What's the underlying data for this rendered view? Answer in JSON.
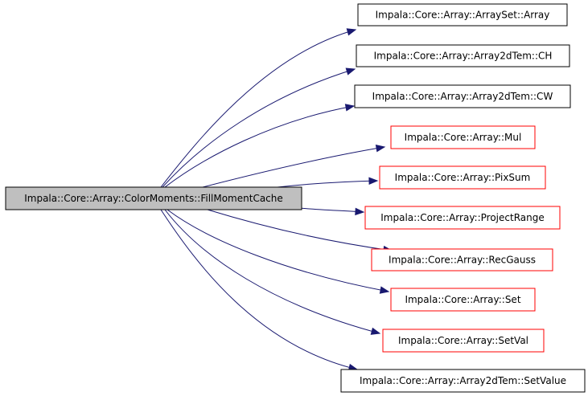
{
  "colors": {
    "background": "#ffffff",
    "edge": "#191970",
    "root_fill": "#bfbfbf",
    "root_border": "#000000",
    "documented_border": "#000000",
    "undocumented_border": "#ff0000"
  },
  "root": {
    "label": "Impala::Core::Array::ColorMoments::FillMomentCache"
  },
  "callees": [
    {
      "label": "Impala::Core::Array::ArraySet::Array",
      "link_style": "documented"
    },
    {
      "label": "Impala::Core::Array::Array2dTem::CH",
      "link_style": "documented"
    },
    {
      "label": "Impala::Core::Array::Array2dTem::CW",
      "link_style": "documented"
    },
    {
      "label": "Impala::Core::Array::Mul",
      "link_style": "undocumented"
    },
    {
      "label": "Impala::Core::Array::PixSum",
      "link_style": "undocumented"
    },
    {
      "label": "Impala::Core::Array::ProjectRange",
      "link_style": "undocumented"
    },
    {
      "label": "Impala::Core::Array::RecGauss",
      "link_style": "undocumented"
    },
    {
      "label": "Impala::Core::Array::Set",
      "link_style": "undocumented"
    },
    {
      "label": "Impala::Core::Array::SetVal",
      "link_style": "undocumented"
    },
    {
      "label": "Impala::Core::Array::Array2dTem::SetValue",
      "link_style": "documented"
    }
  ]
}
